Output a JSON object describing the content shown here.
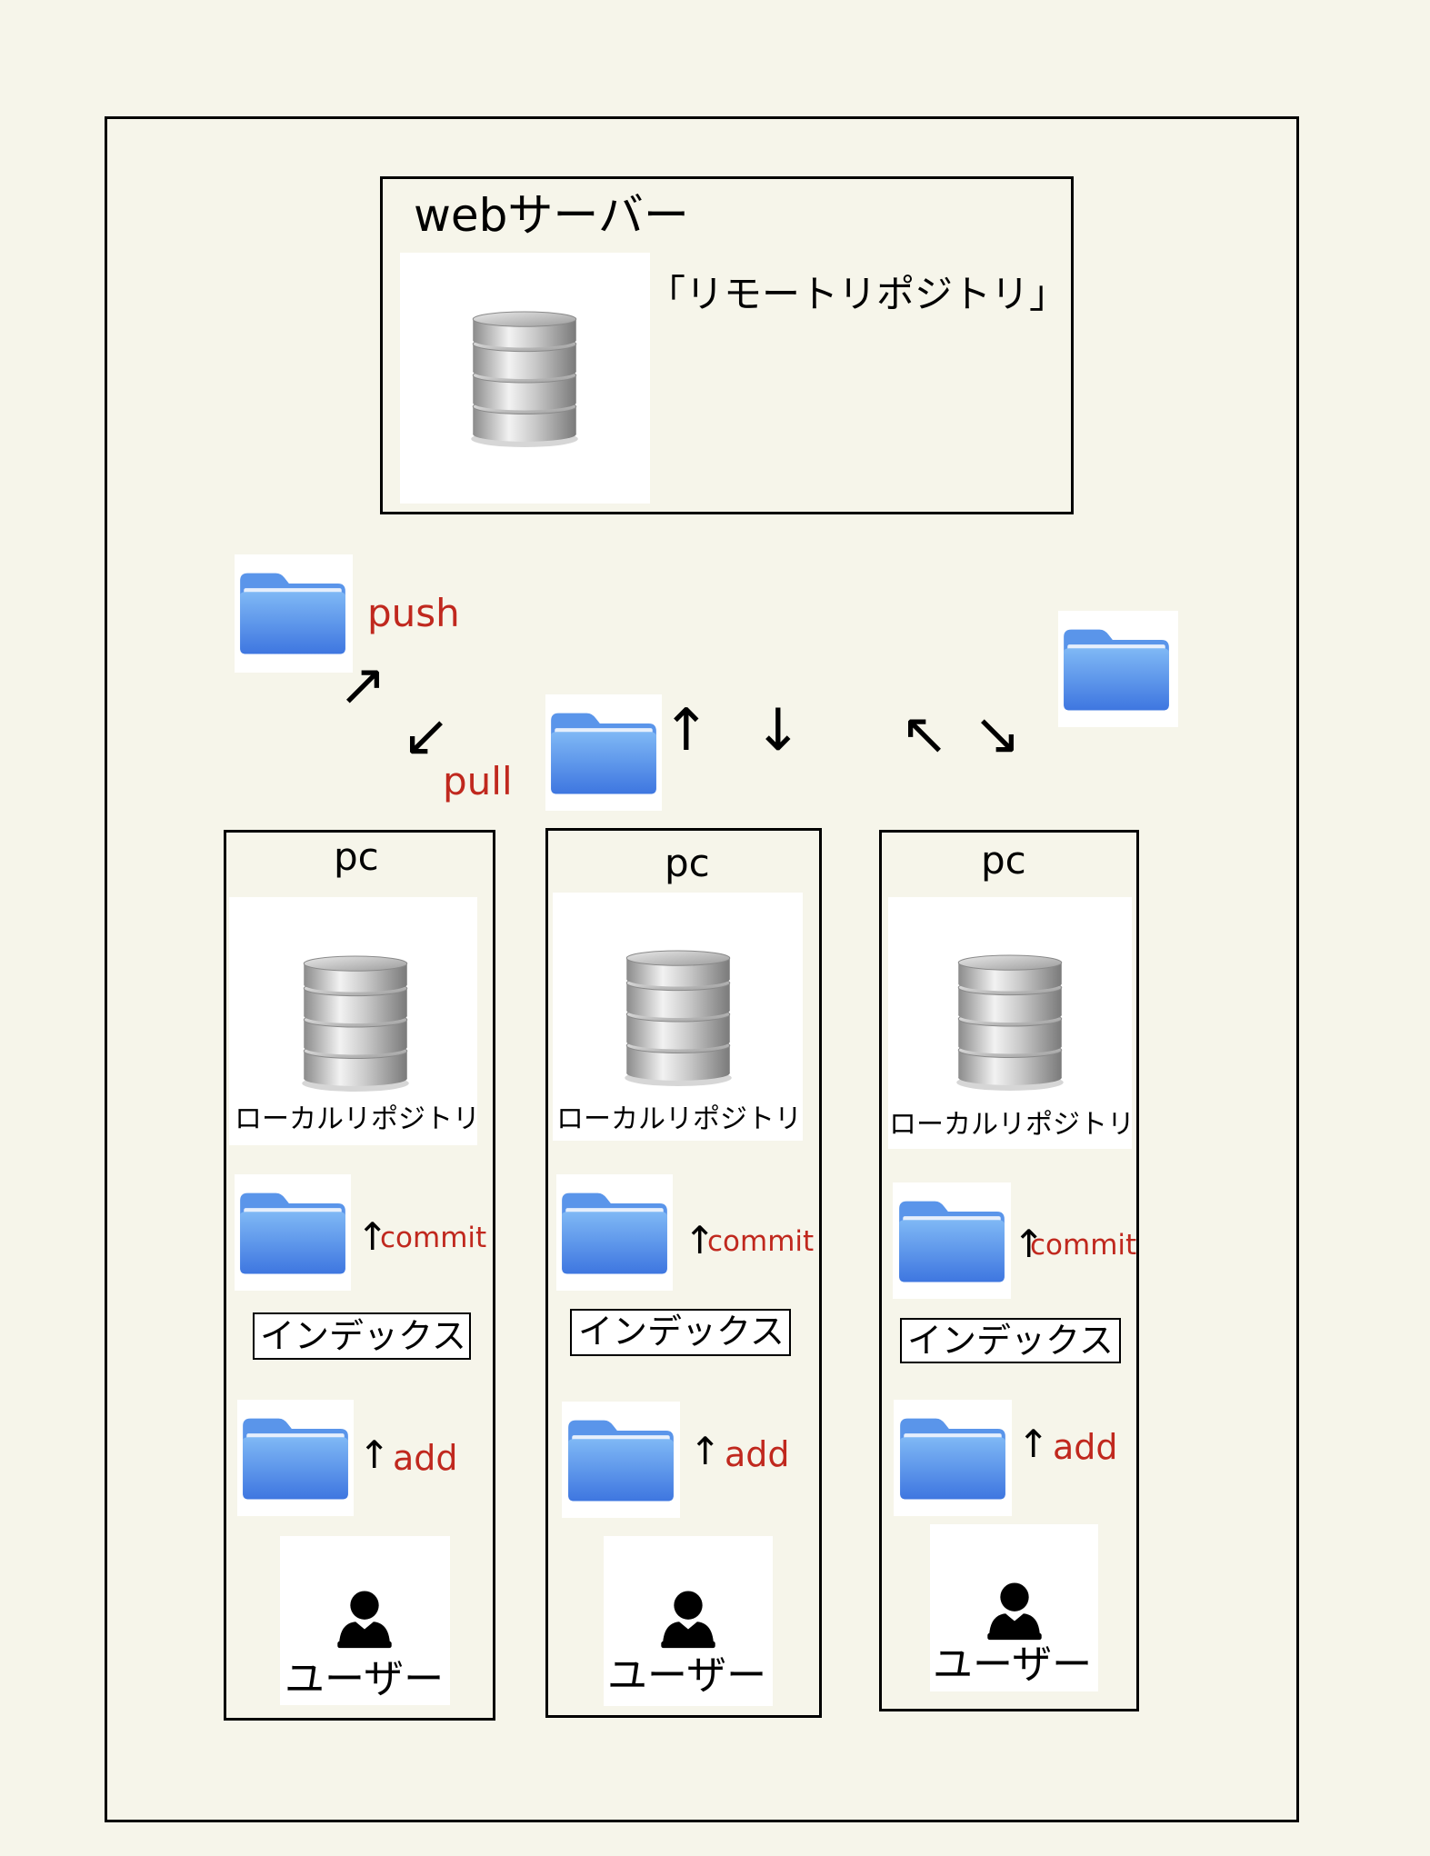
{
  "colors": {
    "background": "#f6f5ea",
    "red_label": "#c0281e",
    "folder_blue": "#4f8ae6"
  },
  "icons": {
    "database": "database-icon",
    "folder": "folder-icon",
    "user": "user-icon"
  },
  "server": {
    "title": "webサーバー",
    "repo_label": "「リモートリポジトリ」"
  },
  "ops": {
    "push": "push",
    "pull": "pull"
  },
  "pcs": [
    {
      "title": "pc",
      "repo": "ローカルリポジトリ",
      "commit": "commit",
      "index": "インデックス",
      "add": "add",
      "user": "ユーザー"
    },
    {
      "title": "pc",
      "repo": "ローカルリポジトリ",
      "commit": "commit",
      "index": "インデックス",
      "add": "add",
      "user": "ユーザー"
    },
    {
      "title": "pc",
      "repo": "ローカルリポジトリ",
      "commit": "commit",
      "index": "インデックス",
      "add": "add",
      "user": "ユーザー"
    }
  ]
}
